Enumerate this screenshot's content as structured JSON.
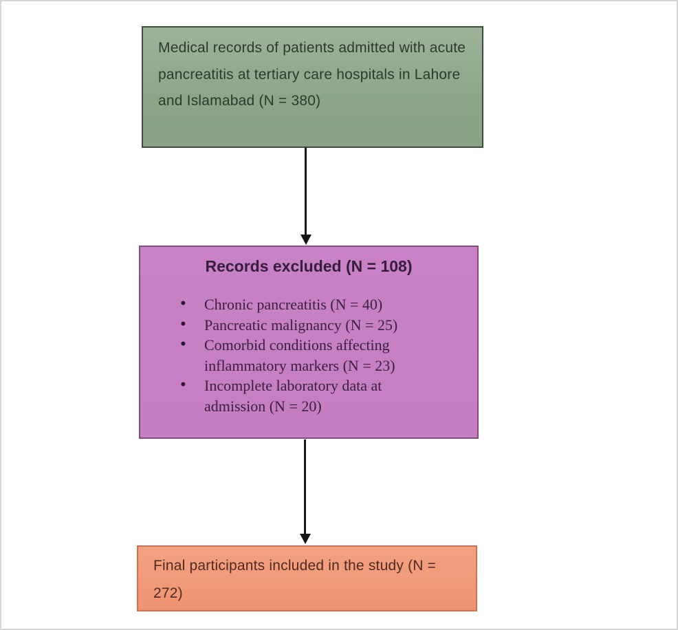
{
  "colors": {
    "canvas_background": "#ffffff",
    "frame_border": "#d6d6d6",
    "arrow": "#161616",
    "source_box_fill": "#8aa687",
    "source_box_border": "#3d4b39",
    "excluded_box_fill": "#c57ec2",
    "excluded_box_border": "#7d4f7a",
    "final_box_fill": "#ef9370",
    "final_box_border": "#d06f4b"
  },
  "flowchart": {
    "source_box": {
      "text": "Medical records of patients admitted with acute pancreatitis at tertiary care hospitals in Lahore and Islamabad (N = 380)"
    },
    "excluded_box": {
      "title": "Records excluded (N = 108)",
      "bullets": [
        "Chronic pancreatitis (N = 40)",
        "Pancreatic malignancy (N = 25)",
        "Comorbid conditions affecting inflammatory markers (N = 23)",
        "Incomplete laboratory data at admission (N = 20)"
      ]
    },
    "final_box": {
      "text": "Final participants included in the study (N = 272)"
    }
  }
}
